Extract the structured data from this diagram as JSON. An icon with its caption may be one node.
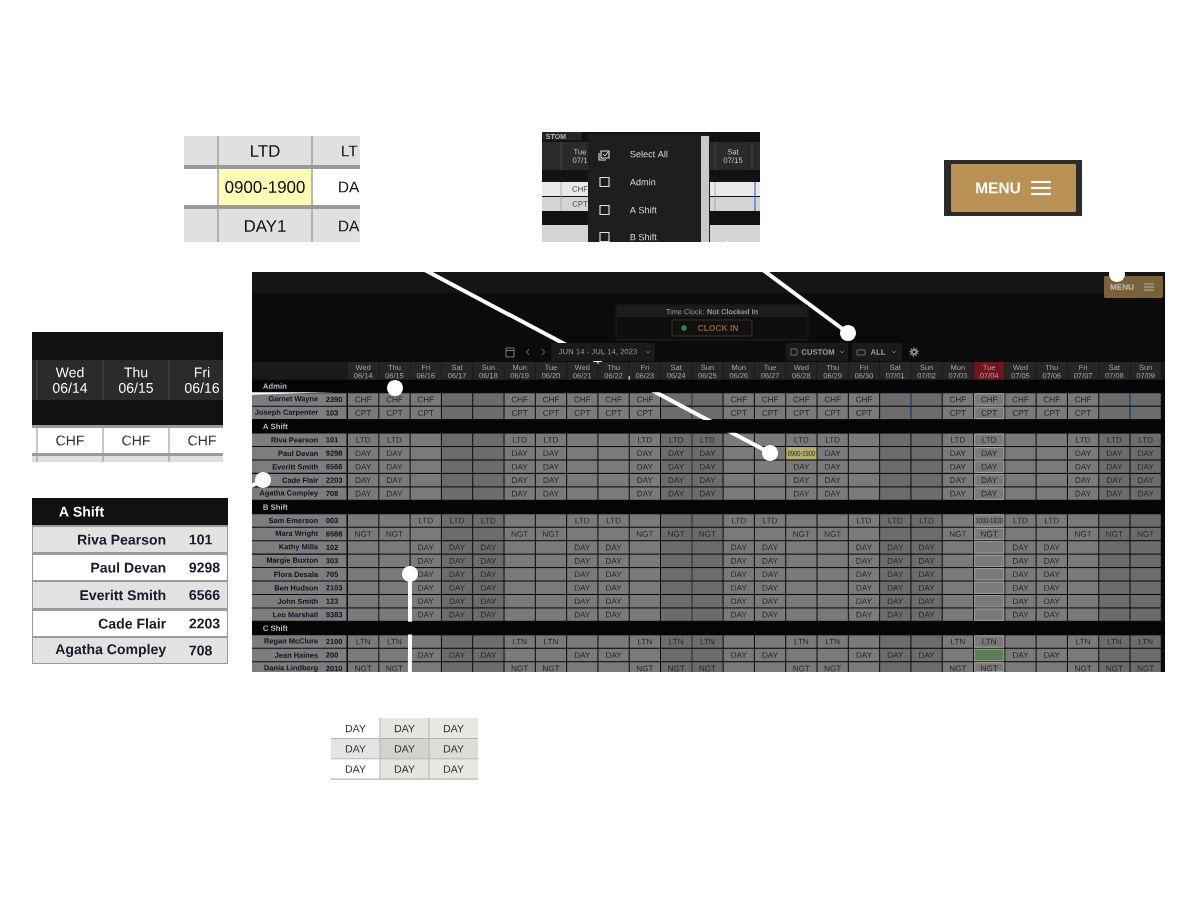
{
  "diagram": {
    "nodes": [
      {
        "text": [
          "LTD",
          "LT",
          "0900-1900",
          "DA",
          "DAY1",
          "DA"
        ]
      },
      {
        "text": [
          "STOM",
          "Tue 07/1",
          "Sat 07/15",
          "CHF",
          "CPT",
          "Select All",
          "Admin",
          "A Shift",
          "B Shift"
        ]
      },
      {
        "text": [
          "MENU"
        ]
      },
      {
        "text": [
          "Wed 06/14",
          "Thu 06/15",
          "Fri 06/16",
          "CHF",
          "CHF",
          "CHF"
        ]
      },
      {
        "text": [
          "A Shift",
          "Riva Pearson",
          "101",
          "Paul Devan",
          "9298",
          "Everitt Smith",
          "6566",
          "Cade Flair",
          "2203",
          "Agatha Compley",
          "708"
        ]
      },
      {
        "text": [
          "MENU",
          "Time Clock: **Not Clocked In**",
          "CLOCK IN",
          "JUN 14 - JUL 14, 2023",
          "CUSTOM",
          "ALL",
          "Wed 06/14",
          "Thu 06/15",
          "Fri 06/16",
          "Sat 06/17",
          "Sun 06/18",
          "Mon 06/19",
          "Tue 06/20",
          "Wed 06/21",
          "Thu 06/22",
          "Fri 06/23",
          "Sat 06/24",
          "Sun 06/25",
          "Mon 06/26",
          "Tue 06/27",
          "Wed 06/28",
          "Thu 06/29",
          "Fri 06/30",
          "Sat 07/01",
          "Sun 07/02",
          "Mon 07/03",
          "Tue 07/04",
          "Wed 07/05",
          "Thu 07/06",
          "Fri 07/07",
          "Sat 07/08",
          "Sun 07/09",
          "Admin",
          "Garnet Wayne",
          "2390",
          "CHF",
          "CHF",
          "CHF",
          "CHF",
          "CHF",
          "CHF",
          "CHF",
          "CHF",
          "CHF",
          "CHF",
          "CHF",
          "CHF",
          "CHF",
          "CHF",
          "CHF",
          "CHF",
          "CHF",
          "CHF",
          "Joseph Carpenter",
          "103",
          "CPT",
          "CPT",
          "CPT",
          "CPT",
          "CPT",
          "CPT",
          "CPT",
          "CPT",
          "CPT",
          "CPT",
          "CPT",
          "CPT",
          "CPT",
          "CPT",
          "CPT",
          "CPT",
          "CPT",
          "CPT",
          "A Shift",
          "Riva Pearson",
          "101",
          "LTD",
          "LTD",
          "LTD",
          "LTD",
          "LTD",
          "LTD",
          "LTD",
          "LTD",
          "LTD",
          "LTD",
          "LTD",
          "LTD",
          "LTD",
          "LTD",
          "Paul Devan",
          "9298",
          "DAY",
          "DAY",
          "DAY",
          "DAY",
          "DAY",
          "DAY",
          "DAY",
          "0900-1900",
          "DAY",
          "DAY",
          "DAY",
          "DAY",
          "DAY",
          "DAY",
          "Everitt Smith",
          "6566",
          "DAY",
          "DAY",
          "DAY",
          "DAY",
          "DAY",
          "DAY",
          "DAY",
          "DAY",
          "DAY",
          "DAY",
          "DAY",
          "DAY",
          "DAY",
          "DAY",
          "Cade Flair",
          "2203",
          "DAY",
          "DAY",
          "DAY",
          "DAY",
          "DAY",
          "DAY",
          "DAY",
          "DAY",
          "DAY",
          "DAY",
          "DAY",
          "DAY",
          "DAY",
          "DAY",
          "Agatha Compley",
          "708",
          "DAY",
          "DAY",
          "DAY",
          "DAY",
          "DAY",
          "DAY",
          "DAY",
          "DAY",
          "DAY",
          "DAY",
          "DAY",
          "DAY",
          "DAY",
          "DAY",
          "B Shift",
          "Sam Emerson",
          "003",
          "LTD",
          "LTD",
          "LTD",
          "LTD",
          "LTD",
          "LTD",
          "LTD",
          "LTD",
          "LTD",
          "LTD",
          "1000-1830",
          "LTD",
          "LTD",
          "Mara Wright",
          "6588",
          "NGT",
          "NGT",
          "NGT",
          "NGT",
          "NGT",
          "NGT",
          "NGT",
          "NGT",
          "NGT",
          "NGT",
          "NGT",
          "NGT",
          "NGT",
          "NGT",
          "Kathy Mills",
          "102",
          "DAY",
          "DAY",
          "DAY",
          "DAY",
          "DAY",
          "DAY",
          "DAY",
          "DAY",
          "DAY",
          "DAY",
          "DAY",
          "DAY",
          "Margie Buxton",
          "303",
          "DAY",
          "DAY",
          "DAY",
          "DAY",
          "DAY",
          "DAY",
          "DAY",
          "DAY",
          "DAY",
          "DAY",
          "DAY",
          "DAY",
          "Flora Desala",
          "705",
          "DAY",
          "DAY",
          "DAY",
          "DAY",
          "DAY",
          "DAY",
          "DAY",
          "DAY",
          "DAY",
          "DAY",
          "DAY",
          "DAY",
          "Ben Hudson",
          "2103",
          "DAY",
          "DAY",
          "DAY",
          "DAY",
          "DAY",
          "DAY",
          "DAY",
          "DAY",
          "DAY",
          "DAY",
          "DAY",
          "DAY",
          "John Smith",
          "123",
          "DAY",
          "DAY",
          "DAY",
          "DAY",
          "DAY",
          "DAY",
          "DAY",
          "DAY",
          "DAY",
          "DAY",
          "DAY",
          "DAY",
          "Leo Marshall",
          "9383",
          "DAY",
          "DAY",
          "DAY",
          "DAY",
          "DAY",
          "DAY",
          "DAY",
          "DAY",
          "DAY",
          "DAY",
          "DAY",
          "DAY",
          "C Shift",
          "Regan McClure",
          "2100",
          "LTN",
          "LTN",
          "LTN",
          "LTN",
          "LTN",
          "LTN",
          "LTN",
          "LTN",
          "LTN",
          "LTN",
          "LTN",
          "LTN",
          "LTN",
          "LTN",
          "Jean Haines",
          "200",
          "DAY",
          "DAY",
          "DAY",
          "DAY",
          "DAY",
          "DAY",
          "DAY",
          "DAY",
          "DAY",
          "DAY",
          "DAY",
          "DAY",
          "Dania Lindberg",
          "2010",
          "NGT",
          "NGT",
          "NGT",
          "NGT",
          "NGT",
          "NGT",
          "NGT",
          "NGT",
          "NGT",
          "NGT",
          "NGT",
          "NGT",
          "NGT",
          "NGT"
        ]
      },
      {
        "text": [],
        "shape": "circle"
      },
      {
        "text": [],
        "shape": "circle",
        "in": 5
      },
      {
        "text": [],
        "shape": "circle",
        "in": 5
      },
      {
        "text": [],
        "shape": "circle",
        "in": 5
      },
      {
        "text": [],
        "shape": "circle",
        "in": 5
      },
      {
        "text": [],
        "shape": "circle",
        "in": 5
      },
      {
        "text": [
          "DAY",
          "DAY",
          "DAY",
          "DAY",
          "DAY",
          "DAY",
          "DAY",
          "DAY",
          "DAY"
        ]
      }
    ],
    "edges": [
      {
        "from": 0,
        "to": 9,
        "arrow": "none"
      },
      {
        "from": 1,
        "to": 7,
        "arrow": "none"
      },
      {
        "from": 3,
        "to": 8,
        "arrow": "none"
      },
      {
        "from": 4,
        "to": 10,
        "arrow": "none"
      },
      {
        "from": 12,
        "to": 11,
        "arrow": "none"
      }
    ]
  }
}
